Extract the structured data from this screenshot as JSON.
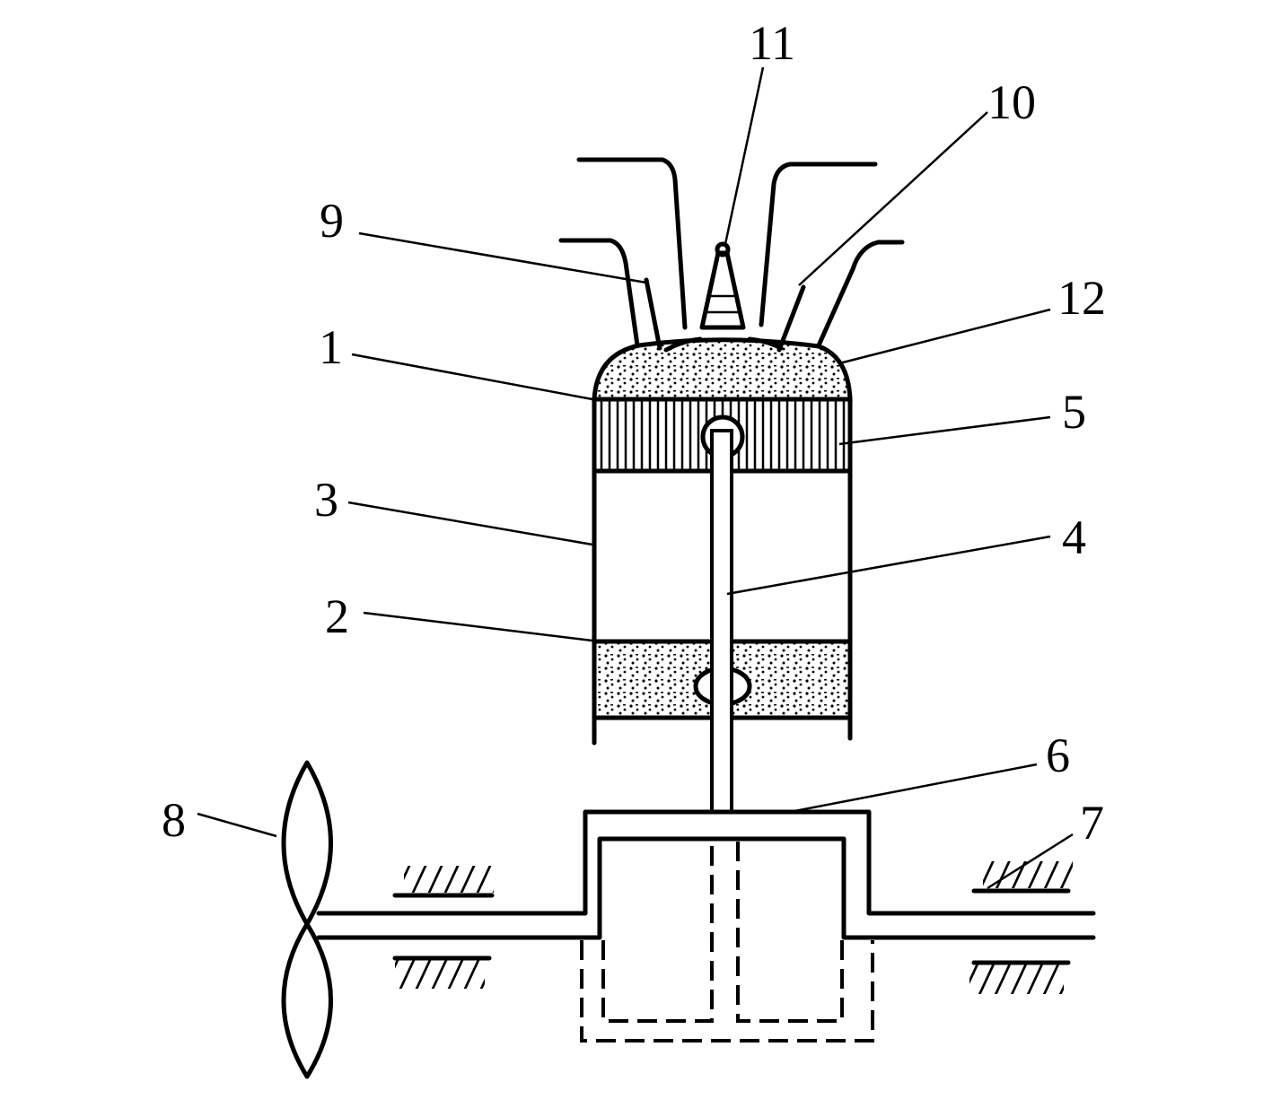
{
  "figure": {
    "labels": {
      "l1": "1",
      "l2": "2",
      "l3": "3",
      "l4": "4",
      "l5": "5",
      "l6": "6",
      "l7": "7",
      "l8": "8",
      "l9": "9",
      "l10": "10",
      "l11": "11",
      "l12": "12"
    }
  }
}
